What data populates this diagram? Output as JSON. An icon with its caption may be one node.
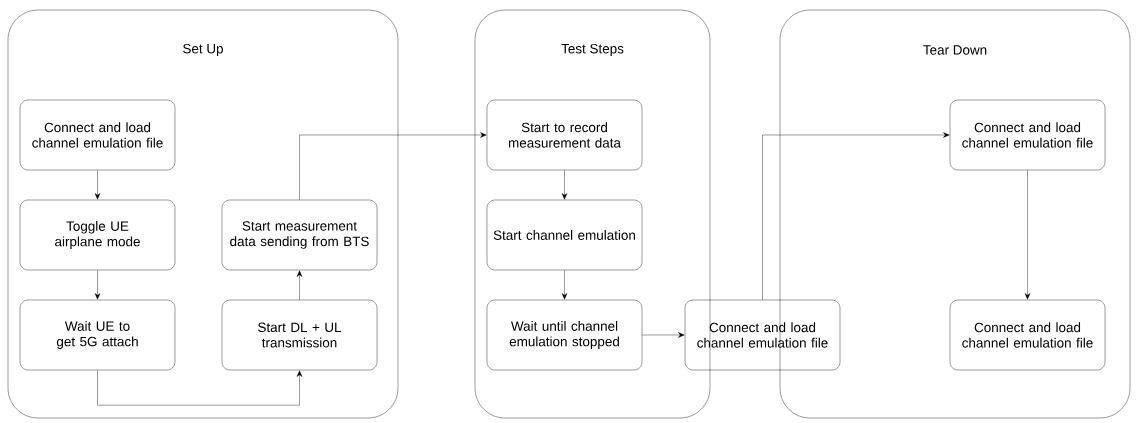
{
  "diagram": {
    "nodes": [
      {
        "text": [
          "Set Up"
        ]
      },
      {
        "text": [
          "Connect and load channel emulation file"
        ],
        "in": 0
      },
      {
        "text": [
          "Toggle UE airplane mode"
        ],
        "in": 0
      },
      {
        "text": [
          "Wait UE to get 5G attach"
        ],
        "in": 0
      },
      {
        "text": [
          "Start DL + UL transmission"
        ],
        "in": 0
      },
      {
        "text": [
          "Start measurement data sending from BTS"
        ],
        "in": 0
      },
      {
        "text": [
          "Test Steps"
        ]
      },
      {
        "text": [
          "Start to record measurement data"
        ],
        "in": 6
      },
      {
        "text": [
          "Start channel emulation"
        ],
        "in": 6
      },
      {
        "text": [
          "Wait until channel emulation stopped"
        ],
        "in": 6
      },
      {
        "text": [
          "Connect and load channel emulation file"
        ]
      },
      {
        "text": [
          "Tear Down"
        ]
      },
      {
        "text": [
          "Connect and load channel emulation file"
        ],
        "in": 11
      },
      {
        "text": [
          "Connect and load channel emulation file"
        ],
        "in": 11
      }
    ],
    "edges": [
      {
        "from": 1,
        "to": 2,
        "arrow": "to"
      },
      {
        "from": 2,
        "to": 3,
        "arrow": "to"
      },
      {
        "from": 3,
        "to": 4,
        "arrow": "to"
      },
      {
        "from": 4,
        "to": 5,
        "arrow": "to"
      },
      {
        "from": 5,
        "to": 7,
        "arrow": "to"
      },
      {
        "from": 7,
        "to": 8,
        "arrow": "to"
      },
      {
        "from": 8,
        "to": 9,
        "arrow": "to"
      },
      {
        "from": 9,
        "to": 10,
        "arrow": "to"
      },
      {
        "from": 10,
        "to": 12,
        "arrow": "to"
      },
      {
        "from": 12,
        "to": 13,
        "arrow": "to"
      }
    ]
  }
}
